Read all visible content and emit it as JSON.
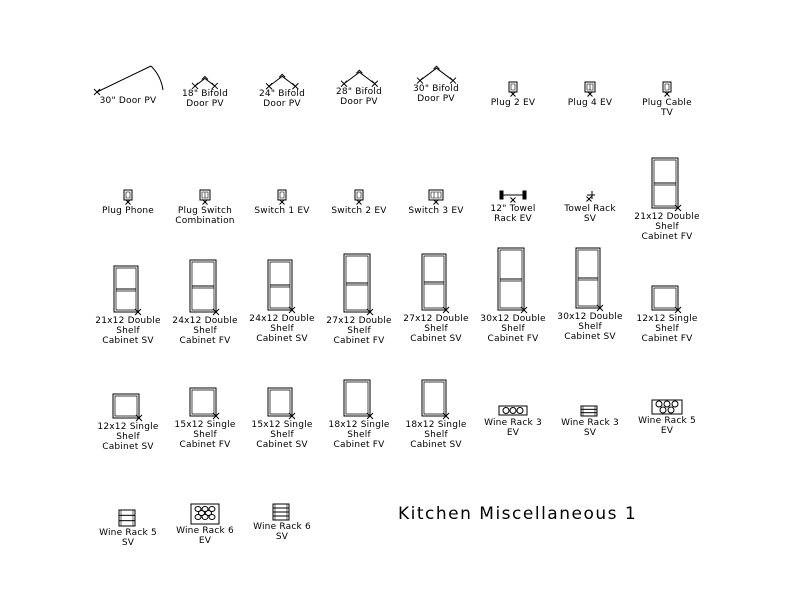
{
  "title": "Kitchen Miscellaneous 1",
  "symbols": [
    {
      "id": "door-30-pv",
      "label": "30\" Door PV",
      "lines": [
        "30\" Door PV"
      ],
      "kind": "door"
    },
    {
      "id": "bifold-18",
      "label": "18\" Bifold Door PV",
      "lines": [
        "18\" Bifold",
        "Door PV"
      ],
      "kind": "bifold",
      "size": 18
    },
    {
      "id": "bifold-24",
      "label": "24\" Bifold Door PV",
      "lines": [
        "24\" Bifold",
        "Door PV"
      ],
      "kind": "bifold",
      "size": 24
    },
    {
      "id": "bifold-28",
      "label": "28\" Bifold Door PV",
      "lines": [
        "28\" Bifold",
        "Door PV"
      ],
      "kind": "bifold",
      "size": 28
    },
    {
      "id": "bifold-30",
      "label": "30\" Bifold Door PV",
      "lines": [
        "30\" Bifold",
        "Door PV"
      ],
      "kind": "bifold",
      "size": 30
    },
    {
      "id": "plug-2-ev",
      "label": "Plug 2 EV",
      "lines": [
        "Plug 2 EV"
      ],
      "kind": "plug"
    },
    {
      "id": "plug-4-ev",
      "label": "Plug 4 EV",
      "lines": [
        "Plug 4 EV"
      ],
      "kind": "plug4"
    },
    {
      "id": "plug-cable-tv",
      "label": "Plug Cable TV",
      "lines": [
        "Plug Cable",
        "TV"
      ],
      "kind": "plugcable"
    },
    {
      "id": "plug-phone",
      "label": "Plug Phone",
      "lines": [
        "Plug Phone"
      ],
      "kind": "plugphone"
    },
    {
      "id": "plug-switch-combo",
      "label": "Plug Switch Combination",
      "lines": [
        "Plug Switch",
        "Combination"
      ],
      "kind": "plugswitch"
    },
    {
      "id": "switch-1-ev",
      "label": "Switch 1 EV",
      "lines": [
        "Switch 1 EV"
      ],
      "kind": "switch1"
    },
    {
      "id": "switch-2-ev",
      "label": "Switch 2 EV",
      "lines": [
        "Switch 2 EV"
      ],
      "kind": "switch2"
    },
    {
      "id": "switch-3-ev",
      "label": "Switch 3 EV",
      "lines": [
        "Switch 3 EV"
      ],
      "kind": "switch3"
    },
    {
      "id": "towel-rack-ev",
      "label": "12\" Towel Rack EV",
      "lines": [
        "12\" Towel",
        "Rack EV"
      ],
      "kind": "towelev"
    },
    {
      "id": "towel-rack-sv",
      "label": "Towel Rack SV",
      "lines": [
        "Towel Rack",
        "SV"
      ],
      "kind": "towelsv"
    },
    {
      "id": "cab-21-double-fv",
      "label": "21x12 Double Shelf Cabinet FV",
      "lines": [
        "21x12 Double",
        "Shelf",
        "Cabinet FV"
      ],
      "kind": "cabdouble",
      "h": 50,
      "w": 26
    },
    {
      "id": "cab-21-double-sv",
      "label": "21x12 Double Shelf Cabinet SV",
      "lines": [
        "21x12 Double",
        "Shelf",
        "Cabinet SV"
      ],
      "kind": "cabdouble",
      "h": 46,
      "w": 24
    },
    {
      "id": "cab-24-double-fv",
      "label": "24x12 Double Shelf Cabinet FV",
      "lines": [
        "24x12 Double",
        "Shelf",
        "Cabinet FV"
      ],
      "kind": "cabdouble",
      "h": 52,
      "w": 26
    },
    {
      "id": "cab-24-double-sv",
      "label": "24x12 Double Shelf Cabinet SV",
      "lines": [
        "24x12 Double",
        "Shelf",
        "Cabinet SV"
      ],
      "kind": "cabdouble",
      "h": 50,
      "w": 24
    },
    {
      "id": "cab-27-double-fv",
      "label": "27x12 Double Shelf Cabinet FV",
      "lines": [
        "27x12 Double",
        "Shelf",
        "Cabinet FV"
      ],
      "kind": "cabdouble",
      "h": 58,
      "w": 26
    },
    {
      "id": "cab-27-double-sv",
      "label": "27x12 Double Shelf Cabinet SV",
      "lines": [
        "27x12 Double",
        "Shelf",
        "Cabinet SV"
      ],
      "kind": "cabdouble",
      "h": 56,
      "w": 24
    },
    {
      "id": "cab-30-double-fv",
      "label": "30x12 Double Shelf Cabinet FV",
      "lines": [
        "30x12 Double",
        "Shelf",
        "Cabinet FV"
      ],
      "kind": "cabdouble",
      "h": 62,
      "w": 26
    },
    {
      "id": "cab-30-double-sv",
      "label": "30x12 Double Shelf Cabinet SV",
      "lines": [
        "30x12 Double",
        "Shelf",
        "Cabinet SV"
      ],
      "kind": "cabdouble",
      "h": 60,
      "w": 24
    },
    {
      "id": "cab-12-single-fv",
      "label": "12x12 Single Shelf Cabinet FV",
      "lines": [
        "12x12 Single",
        "Shelf",
        "Cabinet FV"
      ],
      "kind": "cabsingle",
      "h": 24,
      "w": 26
    },
    {
      "id": "cab-12-single-sv",
      "label": "12x12 Single Shelf Cabinet SV",
      "lines": [
        "12x12 Single",
        "Shelf",
        "Cabinet SV"
      ],
      "kind": "cabsingle",
      "h": 24,
      "w": 26
    },
    {
      "id": "cab-15-single-fv",
      "label": "15x12 Single Shelf Cabinet FV",
      "lines": [
        "15x12 Single",
        "Shelf",
        "Cabinet FV"
      ],
      "kind": "cabsingle",
      "h": 28,
      "w": 26
    },
    {
      "id": "cab-15-single-sv",
      "label": "15x12 Single Shelf Cabinet SV",
      "lines": [
        "15x12 Single",
        "Shelf",
        "Cabinet SV"
      ],
      "kind": "cabsingle",
      "h": 28,
      "w": 24
    },
    {
      "id": "cab-18-single-fv",
      "label": "18x12 Single Shelf Cabinet FV",
      "lines": [
        "18x12 Single",
        "Shelf",
        "Cabinet FV"
      ],
      "kind": "cabsingle",
      "h": 36,
      "w": 26
    },
    {
      "id": "cab-18-single-sv",
      "label": "18x12 Single Shelf Cabinet SV",
      "lines": [
        "18x12 Single",
        "Shelf",
        "Cabinet SV"
      ],
      "kind": "cabsingle",
      "h": 36,
      "w": 24
    },
    {
      "id": "wine-rack-3-ev",
      "label": "Wine Rack 3 EV",
      "lines": [
        "Wine Rack 3",
        "EV"
      ],
      "kind": "wine3ev"
    },
    {
      "id": "wine-rack-3-sv",
      "label": "Wine Rack 3 SV",
      "lines": [
        "Wine Rack 3",
        "SV"
      ],
      "kind": "wine3sv"
    },
    {
      "id": "wine-rack-5-ev",
      "label": "Wine Rack 5 EV",
      "lines": [
        "Wine Rack 5",
        "EV"
      ],
      "kind": "wine5ev"
    },
    {
      "id": "wine-rack-5-sv",
      "label": "Wine Rack 5 SV",
      "lines": [
        "Wine Rack 5",
        "SV"
      ],
      "kind": "wine5sv"
    },
    {
      "id": "wine-rack-6-ev",
      "label": "Wine Rack 6 EV",
      "lines": [
        "Wine Rack 6",
        "EV"
      ],
      "kind": "wine6ev"
    },
    {
      "id": "wine-rack-6-sv",
      "label": "Wine Rack 6 SV",
      "lines": [
        "Wine Rack 6",
        "SV"
      ],
      "kind": "wine6sv"
    }
  ]
}
